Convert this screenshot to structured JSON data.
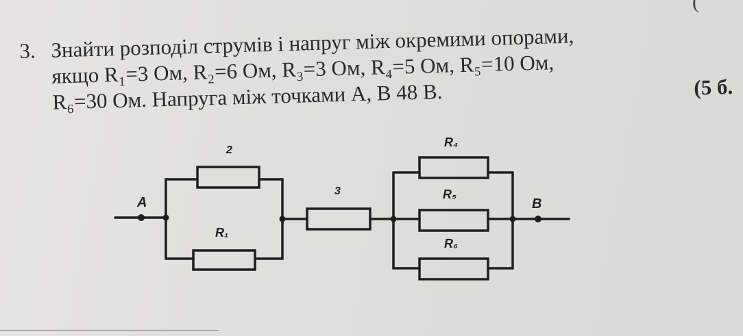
{
  "problem": {
    "number": "3.",
    "line1": "Знайти розподіл струмів і напруг між окремими опорами,",
    "line2": "якщо R₁=3 Ом, R₂=6 Ом,  R₃=3 Ом, R₄=5 Ом, R₅=10 Ом,",
    "line3": "R₆=30 Ом. Напруга між точками A, B 48 B.",
    "points": "(5 б."
  },
  "circuit": {
    "label_a": "A",
    "label_b": "B",
    "label_r_top": "2",
    "label_r_bottom": "R₁",
    "label_r_middle": "3",
    "label_r_par_top": "R₄",
    "label_r_par_mid": "R₅",
    "label_r_par_bot": "R₆"
  }
}
